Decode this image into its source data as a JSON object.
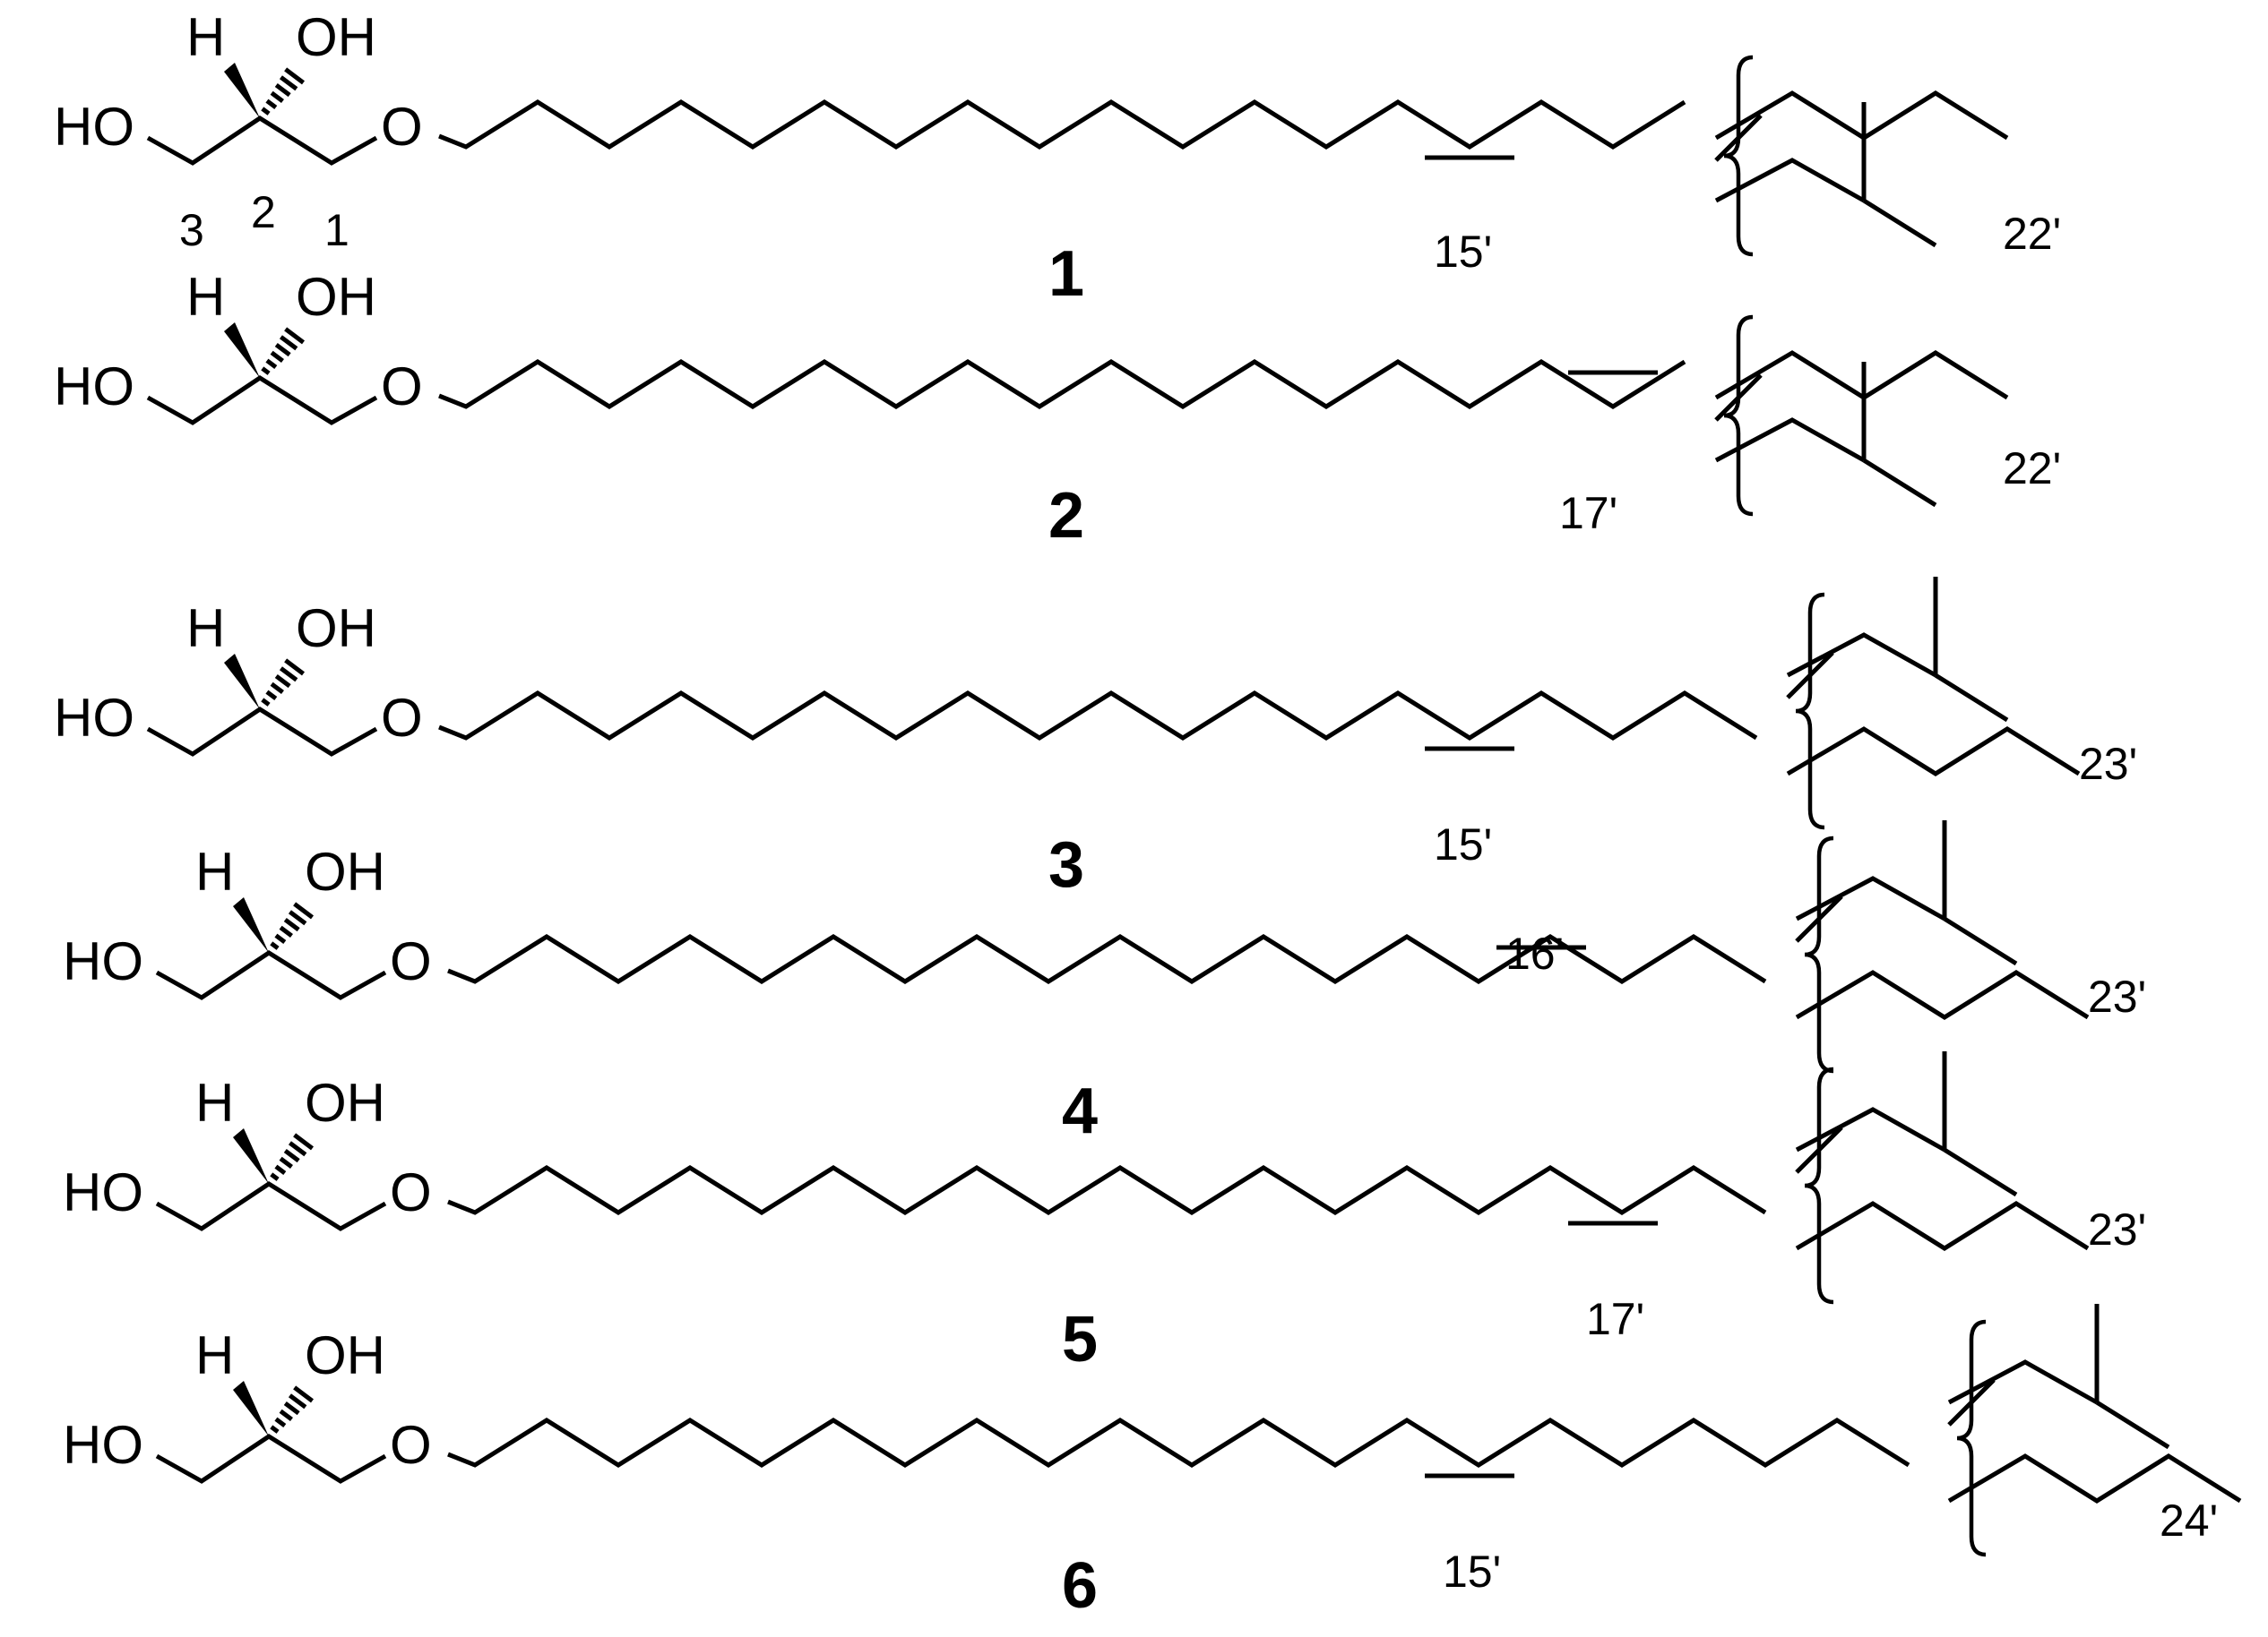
{
  "atoms": {
    "ho": "HO",
    "oh": "OH",
    "h": "H",
    "o": "O"
  },
  "backbone_labels": [
    "3",
    "2",
    "1"
  ],
  "compounds": [
    {
      "number": "1",
      "db_label": "15'",
      "end_label": "22'"
    },
    {
      "number": "2",
      "db_label": "17'",
      "end_label": "22'"
    },
    {
      "number": "3",
      "db_label": "15'",
      "end_label": "23'"
    },
    {
      "number": "4",
      "db_label": "16'",
      "end_label": "23'"
    },
    {
      "number": "5",
      "db_label": "17'",
      "end_label": "23'"
    },
    {
      "number": "6",
      "db_label": "15'",
      "end_label": "24'"
    }
  ]
}
